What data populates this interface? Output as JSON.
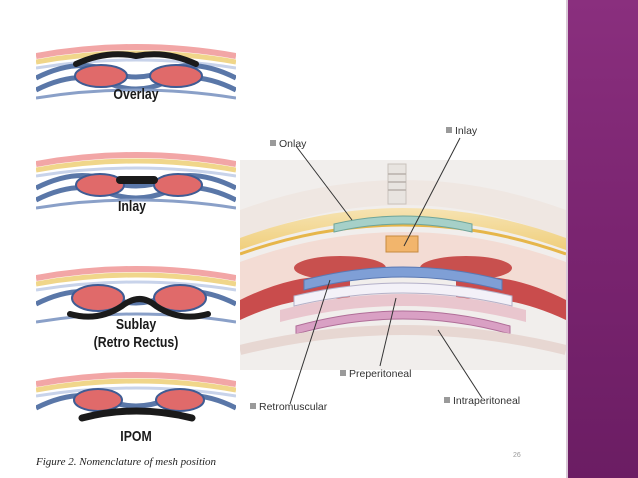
{
  "panels": [
    {
      "label": "Overlay"
    },
    {
      "label": "Inlay"
    },
    {
      "label": "Sublay"
    },
    {
      "label": "(Retro Rectus)"
    },
    {
      "label": "IPOM"
    }
  ],
  "cross_section": {
    "labels": {
      "onlay": "Onlay",
      "inlay": "Inlay",
      "preperitoneal": "Preperitoneal",
      "retromuscular": "Retromuscular",
      "intraperitoneal": "Intraperitoneal"
    }
  },
  "caption": "Figure 2. Nomenclature of mesh position",
  "page_number": "26",
  "colors": {
    "sidebar": "#7a2470",
    "muscle": "#e06a6a",
    "fascia_blue": "#5a77a8",
    "skin_yellow": "#f0d68a",
    "skin_pink": "#f2a6a6",
    "mesh": "#1a1a1a"
  }
}
